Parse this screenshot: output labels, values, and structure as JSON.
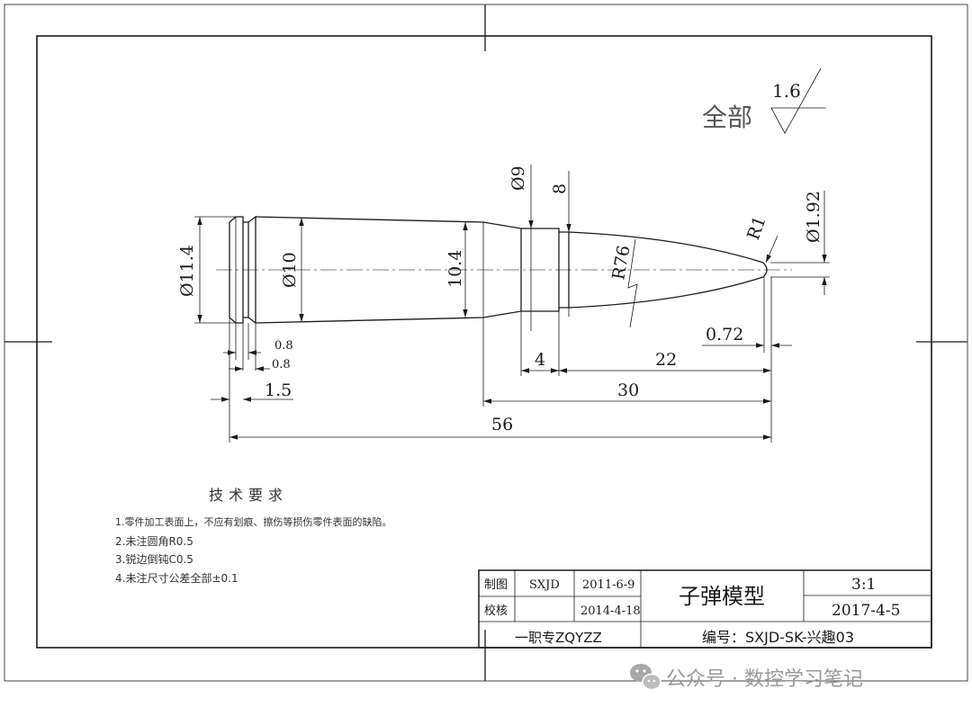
{
  "surface_finish": {
    "label": "全部",
    "value": "1.6"
  },
  "dimensions": {
    "d_rim": "Ø11.4",
    "d_body": "Ø10",
    "d_shoulder": "10.4",
    "d_neck": "Ø9",
    "neck_len_v": "8",
    "d_tip": "Ø1.92",
    "r_tip": "R1",
    "r_ogive": "R76",
    "groove_a": "0.8",
    "groove_b": "0.8",
    "rim_len": "1.5",
    "neck_len": "4",
    "ogive_len": "22",
    "tip_len": "0.72",
    "bullet_len": "30",
    "total_len": "56"
  },
  "tech_requirements": {
    "title": "技术要求",
    "items": [
      "1.零件加工表面上，不应有划痕、擦伤等损伤零件表面的缺陷。",
      "2.未注圆角R0.5",
      "3.锐边倒钝C0.5",
      "4.未注尺寸公差全部±0.1"
    ]
  },
  "title_block": {
    "drawn_label": "制图",
    "drawn_by": "SXJD",
    "drawn_date": "2011-6-9",
    "check_label": "校核",
    "check_by": "",
    "check_date": "2014-4-18",
    "part_name": "子弹模型",
    "scale": "3:1",
    "date": "2017-4-5",
    "school": "一职专ZQYZZ",
    "number": "编号：SXJD-SK-兴趣03"
  },
  "watermark": {
    "text": "公众号 · 数控学习笔记",
    "icon": "wechat-icon"
  }
}
